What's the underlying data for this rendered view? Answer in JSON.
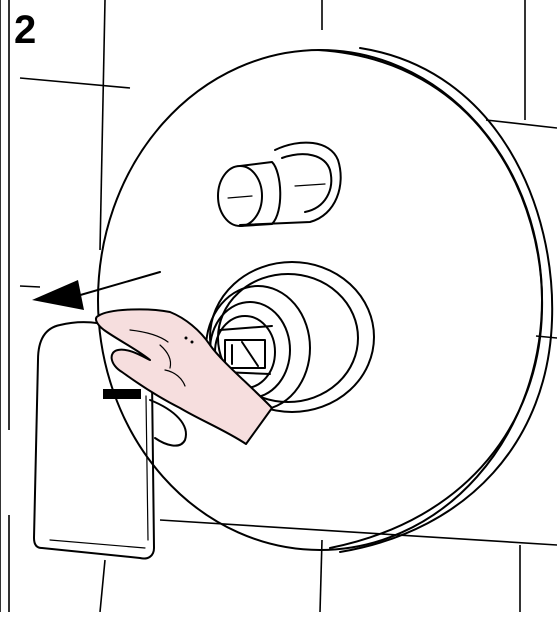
{
  "step": {
    "number": "2"
  },
  "colors": {
    "line": "#000000",
    "hand_fill": "#f6dede",
    "background": "#ffffff"
  },
  "icons": [
    "step-number",
    "removal-arrow-icon",
    "hand-icon",
    "cover-plate",
    "handle-lever",
    "diverter-knob",
    "cartridge"
  ]
}
